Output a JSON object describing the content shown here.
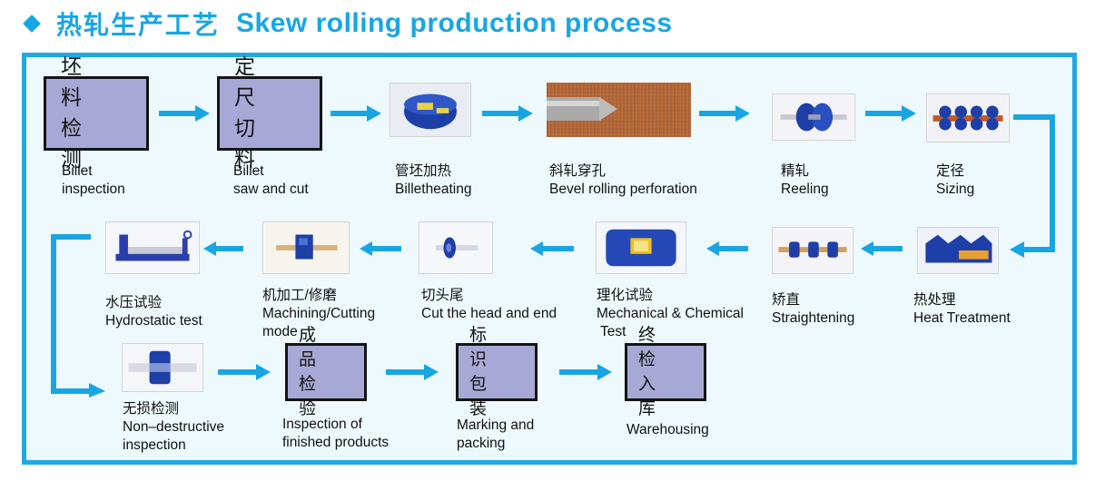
{
  "header": {
    "title_cn": "热轧生产工艺",
    "title_en": "Skew rolling production process"
  },
  "boxes": {
    "billet_inspection": [
      "坯 料",
      "检 测"
    ],
    "billet_saw": [
      "定 尺",
      "切 料"
    ],
    "finished_inspection": [
      "成 品",
      "检 验"
    ],
    "marking_packing": [
      "标 识",
      "包 装"
    ],
    "warehousing": [
      "终 检",
      "入 库"
    ]
  },
  "labels": {
    "billet_inspection": [
      "Billet",
      "inspection"
    ],
    "billet_saw": [
      "Billet",
      "saw and cut"
    ],
    "heating": [
      "管坯加热",
      "Billetheating"
    ],
    "perforation": [
      "斜轧穿孔",
      "Bevel rolling perforation"
    ],
    "reeling": [
      "精轧",
      "Reeling"
    ],
    "sizing": [
      "定径",
      "Sizing"
    ],
    "hydrostatic": [
      "水压试验",
      "Hydrostatic test"
    ],
    "machining": [
      "机加工/修磨",
      "Machining/Cutting",
      "mode"
    ],
    "cut_ends": [
      "切头尾",
      "Cut the head and end"
    ],
    "mech_chem": [
      "理化试验",
      "Mechanical & Chemical",
      "Test"
    ],
    "straightening": [
      "矫直",
      "Straightening"
    ],
    "heat_treatment": [
      "热处理",
      "Heat Treatment"
    ],
    "ndt": [
      "无损检测",
      "Non–destructive",
      "inspection"
    ],
    "finished": [
      "Inspection of",
      "finished products"
    ],
    "marking": [
      "Marking and",
      "packing"
    ],
    "warehousing": [
      "Warehousing"
    ]
  },
  "colors": {
    "accent": "#18a6e3",
    "box_fill": "#a8a8d6",
    "product_blue": "#1e3fa8"
  }
}
